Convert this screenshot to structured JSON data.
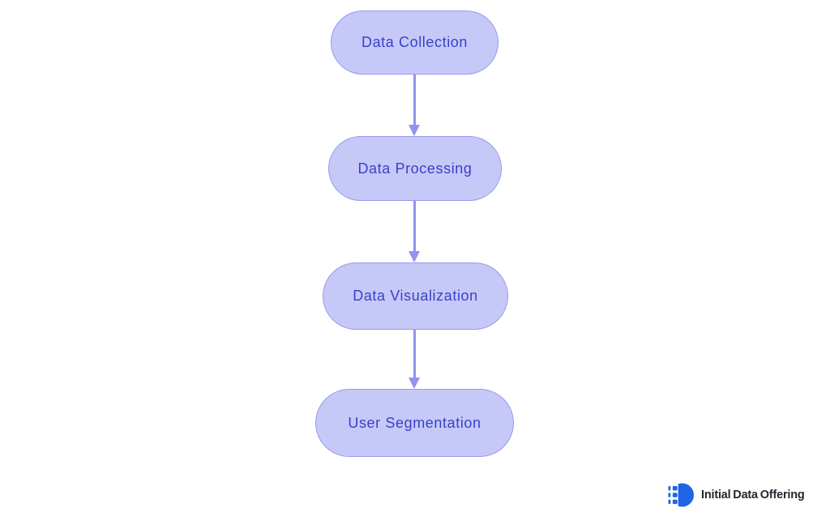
{
  "flowchart": {
    "type": "vertical-flowchart",
    "nodes": [
      {
        "id": "node-1",
        "label": "Data Collection"
      },
      {
        "id": "node-2",
        "label": "Data Processing"
      },
      {
        "id": "node-3",
        "label": "Data Visualization"
      },
      {
        "id": "node-4",
        "label": "User Segmentation"
      }
    ],
    "edges": [
      {
        "from": "node-1",
        "to": "node-2"
      },
      {
        "from": "node-2",
        "to": "node-3"
      },
      {
        "from": "node-3",
        "to": "node-4"
      }
    ],
    "colors": {
      "node_fill": "#C6C9F7",
      "node_border": "#9599EE",
      "node_text": "#3A40C8",
      "arrow": "#8F94EE"
    }
  },
  "logo": {
    "text": "Initial Data Offering",
    "icon": "initial-data-offering-icon",
    "icon_color": "#2065E6",
    "text_color": "#23272F"
  }
}
